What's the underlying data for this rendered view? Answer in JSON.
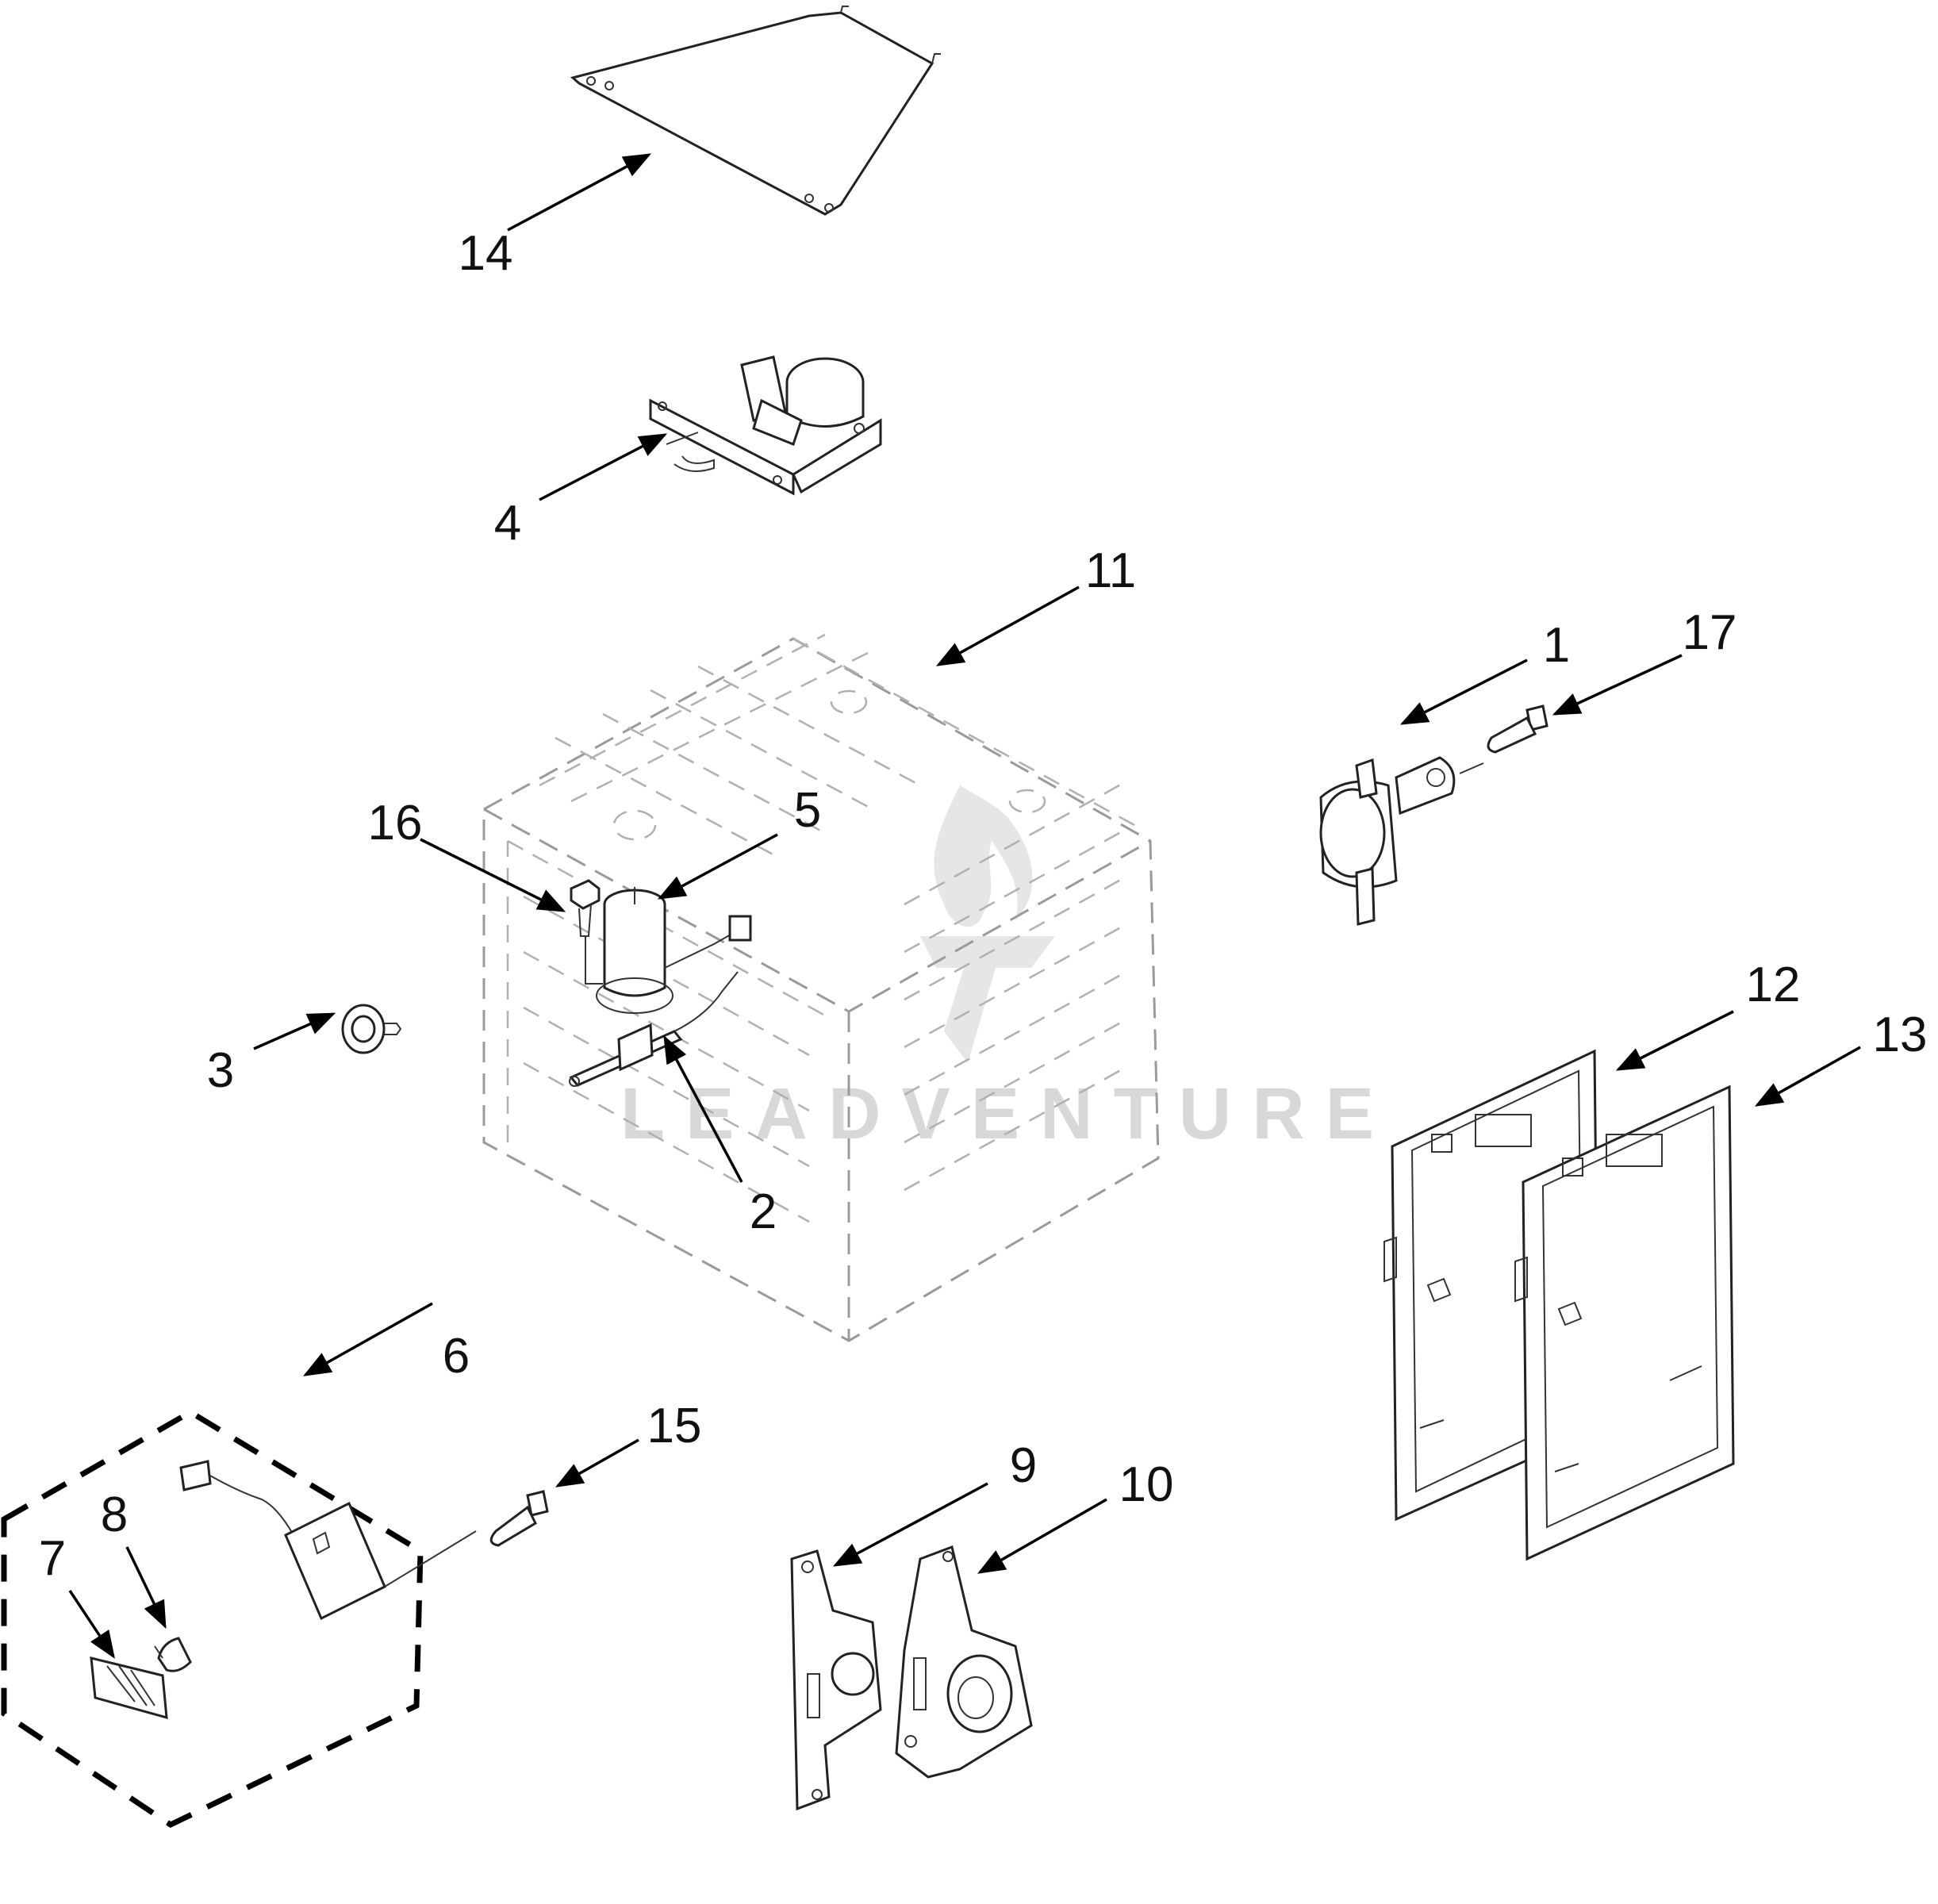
{
  "diagram": {
    "watermark": "LEADVENTURE",
    "parts": [
      {
        "id": "1",
        "label": "1"
      },
      {
        "id": "2",
        "label": "2"
      },
      {
        "id": "3",
        "label": "3"
      },
      {
        "id": "4",
        "label": "4"
      },
      {
        "id": "5",
        "label": "5"
      },
      {
        "id": "6",
        "label": "6"
      },
      {
        "id": "7",
        "label": "7"
      },
      {
        "id": "8",
        "label": "8"
      },
      {
        "id": "9",
        "label": "9"
      },
      {
        "id": "10",
        "label": "10"
      },
      {
        "id": "11",
        "label": "11"
      },
      {
        "id": "12",
        "label": "12"
      },
      {
        "id": "13",
        "label": "13"
      },
      {
        "id": "14",
        "label": "14"
      },
      {
        "id": "15",
        "label": "15"
      },
      {
        "id": "16",
        "label": "16"
      },
      {
        "id": "17",
        "label": "17"
      }
    ]
  }
}
